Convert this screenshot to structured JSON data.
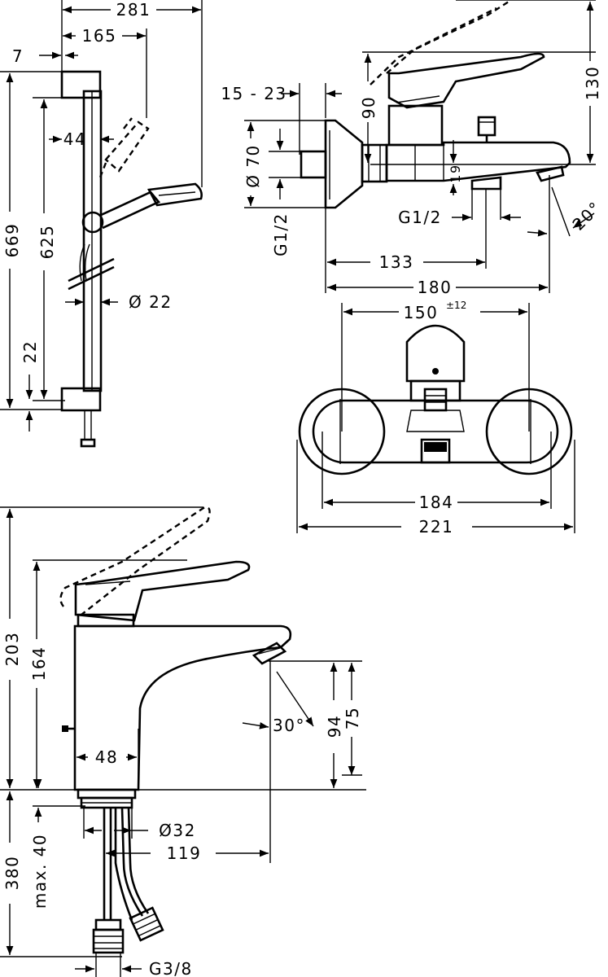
{
  "shower_set": {
    "dims": {
      "width_total": "281",
      "width_arm": "165",
      "offset_small": "7",
      "height_total": "669",
      "height_rail": "625",
      "head_offset": "44",
      "bottom_offset": "22",
      "diameter_rail": "Ø 22"
    }
  },
  "bath_mixer_side": {
    "dims": {
      "wall_range": "15 - 23",
      "lever_height": "90",
      "total_height": "130",
      "flange_dia": "Ø 70",
      "inlet_thread": "G1/2",
      "spout_height": "19",
      "outlet_thread": "G1/2",
      "spout_angle": "20°",
      "depth_mid": "133",
      "depth_total": "180"
    }
  },
  "bath_mixer_front": {
    "dims": {
      "centers": "150",
      "centers_tol": "±12",
      "inner_width": "184",
      "outer_width": "221"
    }
  },
  "basin_mixer": {
    "dims": {
      "total_height": "203",
      "body_height": "164",
      "body_width": "48",
      "spout_angle": "30°",
      "outlet_h1": "94",
      "outlet_h2": "75",
      "hole_dia": "Ø32",
      "projection": "119",
      "hose_length": "380",
      "max_thickness": "max. 40",
      "hose_thread": "G3/8"
    }
  }
}
